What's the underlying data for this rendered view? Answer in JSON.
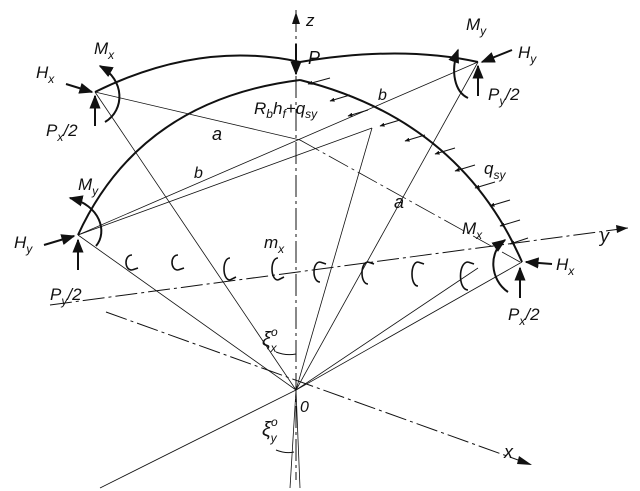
{
  "labels": {
    "z": "z",
    "P": "P",
    "y": "y",
    "x": "x",
    "origin": "0",
    "Mx_top": "M",
    "Mx_top_sub": "x",
    "Hx_top": "H",
    "Hx_top_sub": "x",
    "Px2_top_P": "P",
    "Px2_top_sub": "x",
    "Px2_top_div": "/2",
    "My_top": "M",
    "My_top_sub": "y",
    "Hy_top": "H",
    "Hy_top_sub": "y",
    "Py2_top_P": "P",
    "Py2_top_sub": "y",
    "Py2_top_div": "/2",
    "My_left": "M",
    "My_left_sub": "y",
    "Hy_left": "H",
    "Hy_left_sub": "y",
    "Py2_left_P": "P",
    "Py2_left_sub": "y",
    "Py2_left_div": "/2",
    "Mx_right": "M",
    "Mx_right_sub": "x",
    "Hx_right": "H",
    "Hx_right_sub": "x",
    "Px2_right_P": "P",
    "Px2_right_sub": "x",
    "Px2_right_div": "/2",
    "a_top": "a",
    "a_right": "a",
    "b_top": "b",
    "b_left": "b",
    "load_R": "R",
    "load_b": "b",
    "load_h": "h",
    "load_f": "f",
    "load_plus": "+q",
    "load_sy": "sy",
    "qsy_q": "q",
    "qsy_sub": "sy",
    "mx_m": "m",
    "mx_sub": "x",
    "xi_x": "ξ",
    "xi_x_sup": "o",
    "xi_x_sub": "x",
    "xi_y": "ξ",
    "xi_y_sup": "o",
    "xi_y_sub": "y"
  },
  "colors": {
    "ink": "#111111",
    "background": "#ffffff"
  }
}
